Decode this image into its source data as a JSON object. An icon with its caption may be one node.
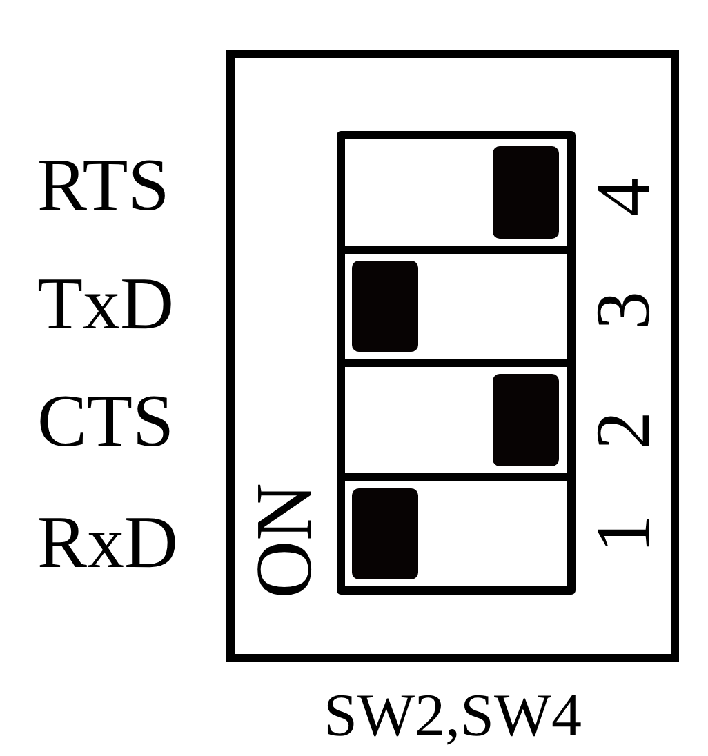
{
  "diagram": {
    "caption": "SW2,SW4",
    "labels": [
      "RTS",
      "4",
      "TxD",
      "3",
      "CTS",
      "2",
      "RxD",
      "ON",
      "1"
    ]
  }
}
